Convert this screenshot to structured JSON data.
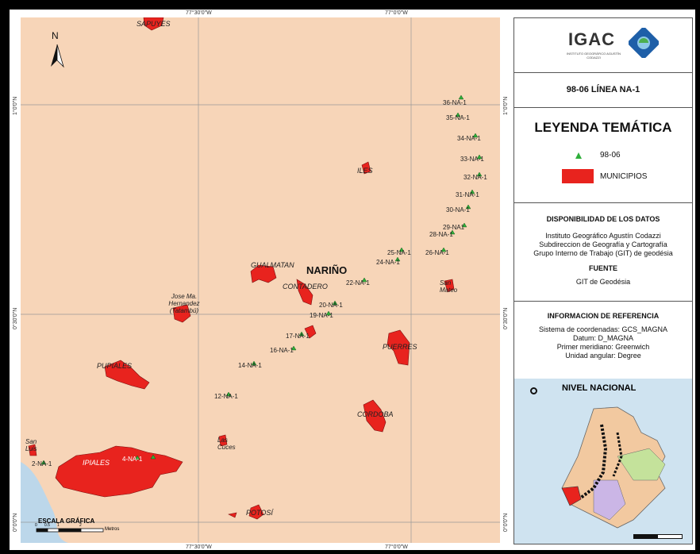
{
  "map": {
    "north": "N",
    "coords": {
      "top_left": "77°30'0\"W",
      "top_right": "77°0'0\"W",
      "bottom_left": "77°30'0\"W",
      "bottom_right": "77°0'0\"W",
      "left_top": "1°0'0\"N",
      "left_mid": "0°30'0\"N",
      "left_bot": "0°0'0\"N",
      "right_top": "1°0'0\"N",
      "right_mid": "0°30'0\"N",
      "right_bot": "0°0'0\"N"
    },
    "department": "NARIÑO",
    "municipios": [
      "SAPUYES",
      "ILES",
      "GUALMATAN",
      "CONTADERO",
      "Jose Ma. Hernandez (Tatambú)",
      "San Mateo",
      "PUERRES",
      "PUPIALES",
      "CORDOBA",
      "Las Cuces",
      "San Luis",
      "IPIALES",
      "POTOSÍ"
    ],
    "points": [
      "36-NA-1",
      "35-NA-1",
      "34-NA-1",
      "33-NA-1",
      "32-NA-1",
      "31-NA-1",
      "30-NA-1",
      "29-NA1",
      "28-NA-1",
      "26-NA-1",
      "25-NA-1",
      "24-NA-1",
      "22-NA-1",
      "20-NA-1",
      "19-NA-1",
      "17-NA-1",
      "16-NA-1",
      "14-NA-1",
      "12-NA-1",
      "2-NA-1",
      "4-NA-1"
    ],
    "scale": {
      "title": "ESCALA GRÁFICA",
      "ticks": [
        "0",
        "0.5",
        "1",
        "2"
      ],
      "unit": "Metros"
    }
  },
  "legend": {
    "logo": "IGAC",
    "logo_sub": "INSTITUTO GEOGRÁFICO AGUSTÍN CODAZZI",
    "line_title": "98-06 LÍNEA NA-1",
    "legend_title": "LEYENDA TEMÁTICA",
    "item_point": "98-06",
    "item_muni": "MUNICIPIOS",
    "disp_title": "DISPONIBILIDAD DE LOS DATOS",
    "disp_lines": [
      "Instituto Geográfico Agustín Codazzi",
      "Subdireccion de Geografía y Cartografía",
      "Grupo Interno de Trabajo (GIT) de geodésia"
    ],
    "fuente_title": "FUENTE",
    "fuente": "GIT de Geodésia",
    "ref_title": "INFORMACION DE REFERENCIA",
    "ref_lines": [
      "Sistema de coordenadas: GCS_MAGNA",
      "Datum: D_MAGNA",
      "Primer meridiano: Greenwich",
      "Unidad angular: Degree"
    ],
    "nivel_title": "NIVEL NACIONAL"
  },
  "colors": {
    "land": "#f7d5b8",
    "muni": "#e8231e",
    "point": "#2fae3a",
    "water": "#bcd7ea"
  }
}
